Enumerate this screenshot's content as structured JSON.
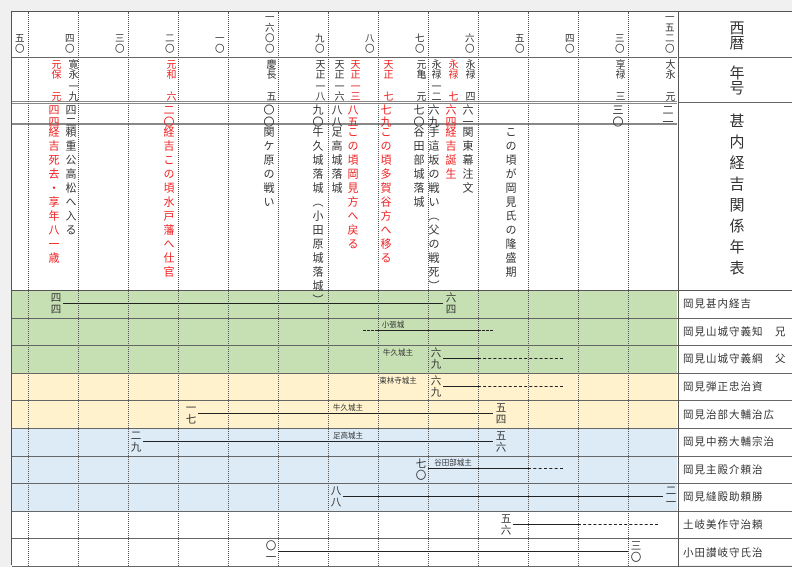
{
  "header": {
    "seireki": "西暦",
    "nengo": "年号",
    "title": "甚内経吉関係年表"
  },
  "year_labels": [
    {
      "year": 1520,
      "text": "一五二〇"
    },
    {
      "year": 1530,
      "text": "三〇"
    },
    {
      "year": 1540,
      "text": "四〇"
    },
    {
      "year": 1550,
      "text": "五〇"
    },
    {
      "year": 1560,
      "text": "六〇"
    },
    {
      "year": 1570,
      "text": "七〇"
    },
    {
      "year": 1580,
      "text": "八〇"
    },
    {
      "year": 1590,
      "text": "九〇"
    },
    {
      "year": 1600,
      "text": "一六〇〇"
    },
    {
      "year": 1610,
      "text": "一〇"
    },
    {
      "year": 1620,
      "text": "二〇"
    },
    {
      "year": 1630,
      "text": "三〇"
    },
    {
      "year": 1640,
      "text": "四〇"
    },
    {
      "year": 1650,
      "text": "五〇"
    }
  ],
  "entries": [
    {
      "year": 1521,
      "era": "大永",
      "num": "元",
      "digits": "二一",
      "event": "",
      "red": false
    },
    {
      "year": 1530,
      "era": "享禄",
      "num": "三",
      "digits": "三〇",
      "event": "",
      "red": false
    },
    {
      "year": 1555,
      "era": "",
      "num": "",
      "digits": "",
      "event": "この頃が岡見氏の隆盛期",
      "red": false
    },
    {
      "year": 1561,
      "era": "永禄",
      "num": "四",
      "digits": "六一",
      "event": "関東幕注文",
      "red": false
    },
    {
      "year": 1564,
      "era": "永禄",
      "num": "七",
      "digits": "六四",
      "event": "経吉誕生",
      "red": true
    },
    {
      "year": 1569,
      "era": "永禄",
      "num": "一二",
      "digits": "六九",
      "event": "手這坂の戦い（父の戦死）",
      "red": false
    },
    {
      "year": 1570,
      "era": "元亀",
      "num": "元",
      "digits": "七〇",
      "event": "谷田部城落城",
      "red": false
    },
    {
      "year": 1579,
      "era": "天正",
      "num": "七",
      "digits": "七九",
      "event": "この頃多賀谷方へ移る",
      "red": true
    },
    {
      "year": 1585,
      "era": "天正",
      "num": "一三",
      "digits": "八五",
      "event": "この頃岡見方へ戻る",
      "red": true
    },
    {
      "year": 1588,
      "era": "天正",
      "num": "一六",
      "digits": "八八",
      "event": "足高城落城",
      "red": false
    },
    {
      "year": 1590,
      "era": "天正",
      "num": "一八",
      "digits": "九〇",
      "event": "牛久城落城（小田原城落城）",
      "red": false
    },
    {
      "year": 1600,
      "era": "慶長",
      "num": "五",
      "digits": "〇〇",
      "event": "関ケ原の戦い",
      "red": false
    },
    {
      "year": 1620,
      "era": "元和",
      "num": "六",
      "digits": "二〇",
      "event": "経吉この頃水戸藩へ仕官",
      "red": true
    },
    {
      "year": 1642,
      "era": "寛永",
      "num": "一九",
      "digits": "四二",
      "event": "頼重公高松へ入る",
      "red": false
    },
    {
      "year": 1644,
      "era": "元保",
      "num": "元",
      "digits": "四四",
      "event": "経吉死去・享年八一歳",
      "red": true
    }
  ],
  "colors": {
    "green": "#c6e0b4",
    "yellow": "#fff2cc",
    "blue": "#ddebf7",
    "white": "#ffffff",
    "red": "#f02020"
  },
  "bars": [
    {
      "name": "岡見甚内経吉",
      "band": "green",
      "left": "四四",
      "right": "六四",
      "segments": [
        [
          1643,
          1567,
          "solid"
        ]
      ]
    },
    {
      "name": "岡見山城守義知　兄",
      "band": "green",
      "left": "",
      "right": "",
      "castle": {
        "text": "小張城",
        "year": 1577
      },
      "segments": [
        [
          1583,
          1580,
          "dash"
        ],
        [
          1580,
          1560,
          "solid"
        ],
        [
          1560,
          1557,
          "dash"
        ]
      ]
    },
    {
      "name": "岡見山城守義綱　父",
      "band": "green",
      "left": "六九",
      "right": "",
      "castle": {
        "text": "牛久城主",
        "year": 1576
      },
      "segments": [
        [
          1567,
          1560,
          "solid"
        ],
        [
          1560,
          1543,
          "dash"
        ]
      ]
    },
    {
      "name": "岡見弾正忠治資",
      "band": "yellow",
      "left": "六九",
      "right": "",
      "castle": {
        "text": "東林寺城主",
        "year": 1576
      },
      "segments": [
        [
          1567,
          1560,
          "solid"
        ],
        [
          1560,
          1543,
          "dash"
        ]
      ]
    },
    {
      "name": "岡見治部大輔治広",
      "band": "yellow",
      "left": "一七",
      "right": "五四",
      "castle": {
        "text": "牛久城主",
        "year": 1586
      },
      "segments": [
        [
          1616,
          1557,
          "solid"
        ]
      ]
    },
    {
      "name": "岡見中務大輔宗治",
      "band": "blue",
      "left": "二九",
      "right": "五六",
      "castle": {
        "text": "足高城主",
        "year": 1586
      },
      "segments": [
        [
          1627,
          1557,
          "solid"
        ]
      ]
    },
    {
      "name": "岡見主殿介頼治",
      "band": "blue",
      "left": "七〇",
      "right": "",
      "castle": {
        "text": "谷田部城主",
        "year": 1565
      },
      "segments": [
        [
          1570,
          1550,
          "solid"
        ],
        [
          1550,
          1543,
          "dash"
        ]
      ]
    },
    {
      "name": "岡見縫殿助頼勝",
      "band": "blue",
      "left": "八八",
      "right": "二一",
      "segments": [
        [
          1587,
          1523,
          "solid"
        ]
      ]
    },
    {
      "name": "土岐美作守治頼",
      "band": "white",
      "left": "五六",
      "right": "",
      "segments": [
        [
          1553,
          1540,
          "solid"
        ],
        [
          1540,
          1524,
          "dash"
        ]
      ]
    },
    {
      "name": "小田讃岐守氏治",
      "band": "white",
      "left": "〇一",
      "right": "三〇",
      "segments": [
        [
          1600,
          1530,
          "solid"
        ]
      ]
    }
  ]
}
